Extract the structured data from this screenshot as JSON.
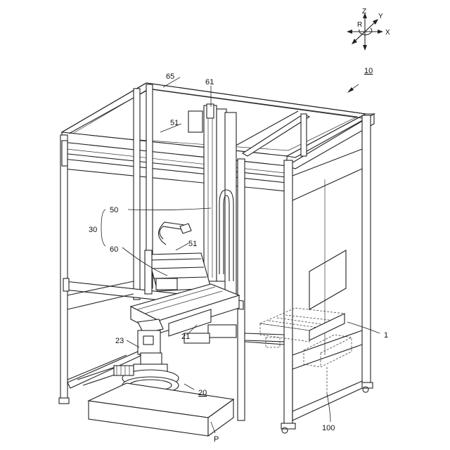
{
  "axes": {
    "z": "Z",
    "y": "Y",
    "r": "R",
    "x": "X"
  },
  "labels": {
    "apparatus": "10",
    "frame_top": "65",
    "column": "61",
    "rail_upper": "51",
    "vertical_unit": "50",
    "group": "30",
    "rail_lower": "51",
    "carriage": "60",
    "arm": "21",
    "tool": "23",
    "robot": "20",
    "tray": "1",
    "cabinet": "100",
    "pallet": "P"
  }
}
